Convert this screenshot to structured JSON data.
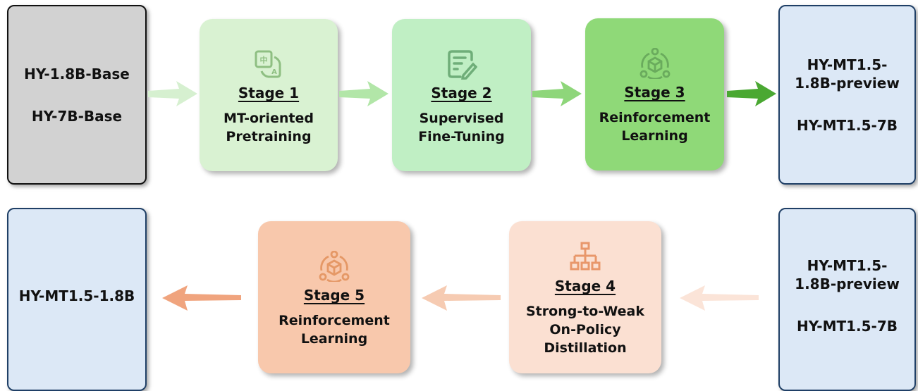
{
  "top_row": {
    "base_models": [
      "HY-1.8B-Base",
      "HY-7B-Base"
    ],
    "stages": [
      {
        "title": "Stage 1",
        "desc_lines": [
          "MT-oriented",
          "Pretraining"
        ],
        "icon": "translate-icon",
        "bg": "#d9f2d2",
        "icon_color": "#8ebf82"
      },
      {
        "title": "Stage 2",
        "desc_lines": [
          "Supervised",
          "Fine-Tuning"
        ],
        "icon": "edit-document-icon",
        "bg": "#c0efc4",
        "icon_color": "#6fae79"
      },
      {
        "title": "Stage 3",
        "desc_lines": [
          "Reinforcement",
          "Learning"
        ],
        "icon": "model-cycle-icon",
        "bg": "#8fd978",
        "icon_color": "#6aab5d"
      }
    ],
    "output_models": [
      "HY-MT1.5-1.8B-preview",
      "HY-MT1.5-7B"
    ],
    "output_model_lines": [
      "HY-MT1.5-",
      "1.8B-preview",
      "HY-MT1.5-7B"
    ],
    "arrow_colors": [
      "#d6f0d0",
      "#b2e6a8",
      "#8ed67a",
      "#4aa832"
    ]
  },
  "bottom_row": {
    "input_model_lines": [
      "HY-MT1.5-",
      "1.8B-preview",
      "HY-MT1.5-7B"
    ],
    "stages": [
      {
        "title": "Stage 4",
        "desc_lines": [
          "Strong-to-Weak",
          "On-Policy",
          "Distillation"
        ],
        "icon": "hierarchy-icon",
        "bg": "#fbe0d2",
        "icon_color": "#e8976b"
      },
      {
        "title": "Stage 5",
        "desc_lines": [
          "Reinforcement",
          "Learning"
        ],
        "icon": "model-cycle-icon",
        "bg": "#f8c8ac",
        "icon_color": "#e59866"
      }
    ],
    "final_model": "HY-MT1.5-1.8B",
    "arrow_colors": [
      "#fbe4d8",
      "#f6cbb2",
      "#f0a47e"
    ]
  }
}
